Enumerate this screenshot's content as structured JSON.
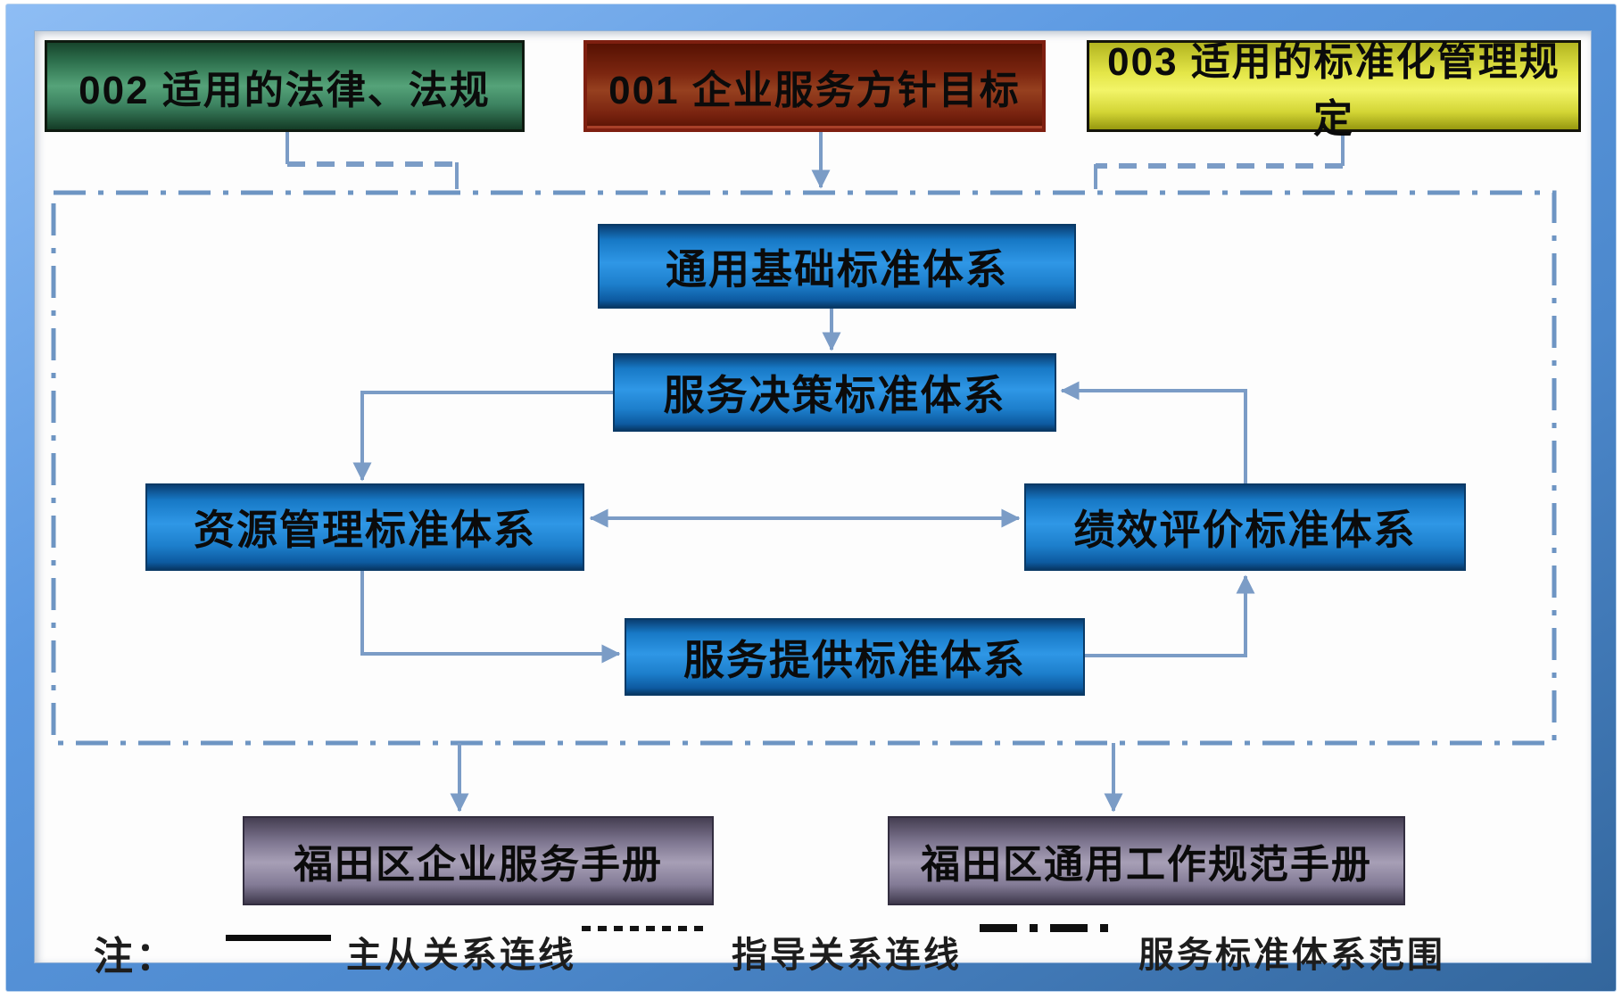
{
  "nodes": {
    "laws": {
      "label": "002 适用的法律、法规"
    },
    "policy": {
      "label": "001 企业服务方针目标"
    },
    "std_mgmt": {
      "label": "003 适用的标准化管理规定"
    },
    "general": {
      "label": "通用基础标准体系"
    },
    "decision": {
      "label": "服务决策标准体系"
    },
    "resource": {
      "label": "资源管理标准体系"
    },
    "performance": {
      "label": "绩效评价标准体系"
    },
    "provision": {
      "label": "服务提供标准体系"
    },
    "manual_enterprise": {
      "label": "福田区企业服务手册"
    },
    "manual_work_spec": {
      "label": "福田区通用工作规范手册"
    }
  },
  "legend": {
    "note": "注：",
    "items": [
      {
        "style": "solid",
        "label": "主从关系连线"
      },
      {
        "style": "dotted",
        "label": "指导关系连线"
      },
      {
        "style": "dash-dot",
        "label": "服务标准体系范围"
      }
    ]
  },
  "colors": {
    "frame_blue": "#5d9ae2",
    "connector": "#7b9cc6",
    "scope_border": "#6e95c3",
    "box_green": "#55a379",
    "box_red": "#96401f",
    "box_yellow": "#f2f468",
    "box_blue": "#2f97e6",
    "box_purple": "#a79fb6",
    "legend_mark": "#0d0d0d",
    "text": "#0b0b0b"
  }
}
